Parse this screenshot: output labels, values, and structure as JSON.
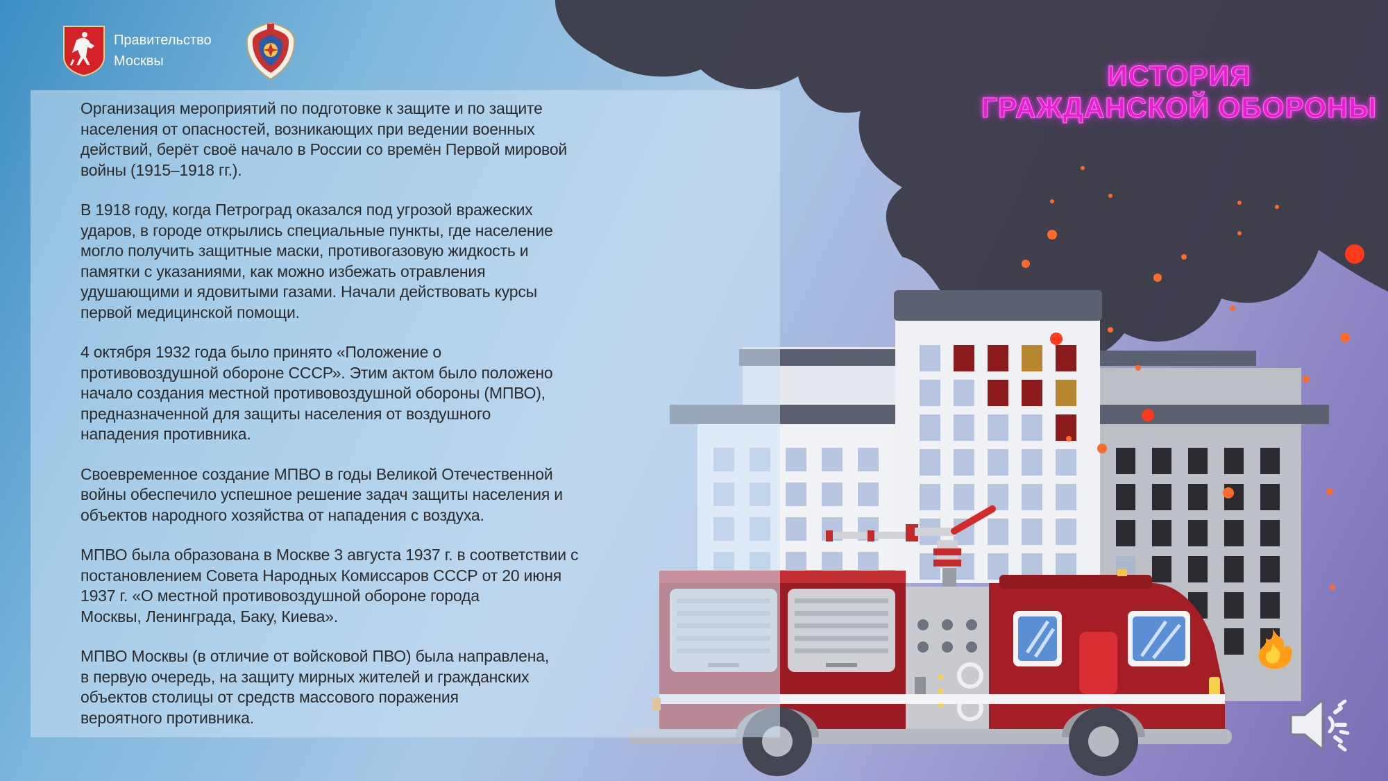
{
  "header": {
    "org_line1": "Правительство",
    "org_line2": "Москвы",
    "moscow_coat_icon": "moscow-coat-of-arms-icon",
    "mchs_emblem_icon": "civil-defense-emblem-icon"
  },
  "slide": {
    "title_line1": "ИСТОРИЯ",
    "title_line2": "ГРАЖДАНСКОЙ ОБОРОНЫ",
    "paragraphs": [
      {
        "lines": [
          "Организация мероприятий по подготовке к защите и по защите",
          "населения от опасностей, возникающих при ведении военных",
          "действий, берёт своё начало в России со времён Первой мировой",
          "войны (1915–1918 гг.)."
        ]
      },
      {
        "lines": [
          "В 1918 году, когда Петроград оказался под угрозой вражеских",
          "ударов, в городе открылись специальные пункты, где население",
          "могло получить защитные маски, противогазовую жидкость и",
          "памятки с указаниями, как можно избежать отравления",
          "удушающими и ядовитыми газами. Начали действовать курсы",
          "первой медицинской помощи."
        ]
      },
      {
        "lines": [
          "4 октября 1932 года было принято «Положение о",
          "противовоздушной обороне СССР». Этим актом было положено",
          "начало создания местной противовоздушной обороны (МПВО),",
          "предназначенной для защиты населения от воздушного",
          "нападения противника."
        ]
      },
      {
        "lines": [
          "Своевременное создание МПВО в годы Великой Отечественной",
          "войны обеспечило успешное решение задач защиты населения и",
          "объектов народного хозяйства от нападения с  воздуха."
        ]
      },
      {
        "lines": [
          "МПВО была образована в Москве 3 августа 1937 г. в соответствии с",
          "постановлением Совета Народных Комиссаров СССР от 20 июня",
          "1937 г. «О местной противовоздушной обороне города",
          "Москвы, Ленинграда, Баку, Киева»."
        ]
      },
      {
        "lines": [
          "МПВО Москвы (в отличие от войсковой ПВО) была направлена,",
          "в первую очередь, на защиту мирных жителей и гражданских",
          "объектов столицы от средств массового поражения",
          "вероятного противника."
        ]
      }
    ]
  },
  "illustration": {
    "subject": "burning-buildings-and-fire-truck",
    "smoke_color": "#3a3a46",
    "truck_color": "#a61c24",
    "ember_color": "#ff3a1a",
    "title_color": "#e91ecf"
  },
  "controls": {
    "audio_icon": "speaker-icon"
  }
}
